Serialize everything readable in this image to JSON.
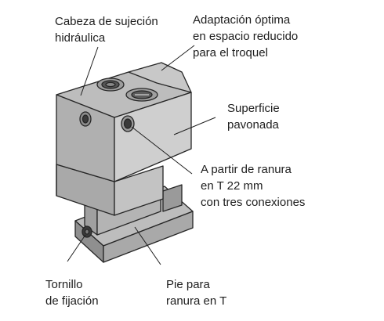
{
  "callouts": {
    "clamp_head": [
      "Cabeza de sujeción",
      "hidráulica"
    ],
    "optimal_fit": [
      "Adaptación óptima",
      "en espacio reducido",
      "para el troquel"
    ],
    "blued_surface": [
      "Superficie",
      "pavonada"
    ],
    "t_slot": [
      "A partir de ranura",
      "en T 22 mm",
      "con tres conexiones"
    ],
    "fixing_screw": [
      "Tornillo",
      "de fijación"
    ],
    "t_slot_foot": [
      "Pie para",
      "ranura en T"
    ]
  },
  "colors": {
    "top_face": "#bdbdbd",
    "front_face": "#a9a9a9",
    "right_face": "#cfcfcf",
    "dark_face": "#8f8f8f",
    "outline": "#262626",
    "text": "#1e1e1e"
  }
}
